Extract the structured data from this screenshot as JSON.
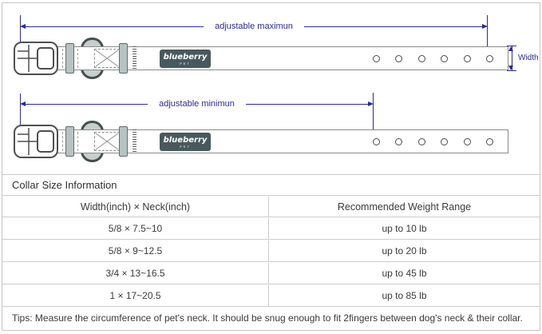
{
  "diagram": {
    "dimension_color": "#2c2c8f",
    "collar_top": {
      "label": "adjustable maximun"
    },
    "collar_bottom": {
      "label": "adjustable minimun"
    },
    "width_label": "Width",
    "brand": "blueberry",
    "brand_sub": "PET",
    "holes_per_strap": 6
  },
  "table": {
    "title": "Collar Size Information",
    "col_left": "Width(inch) × Neck(inch)",
    "col_right": "Recommended Weight Range",
    "rows": [
      {
        "size": "5/8 × 7.5~10",
        "weight": "up to 10 lb"
      },
      {
        "size": "5/8 × 9~12.5",
        "weight": "up to 20 lb"
      },
      {
        "size": "3/4 × 13~16.5",
        "weight": "up to 45 lb"
      },
      {
        "size": "1 × 17~20.5",
        "weight": "up to 85 lb"
      }
    ],
    "tips": "Tips: Measure the circumference of pet's neck. It should be snug enough to fit 2fingers between dog's neck & their collar."
  }
}
